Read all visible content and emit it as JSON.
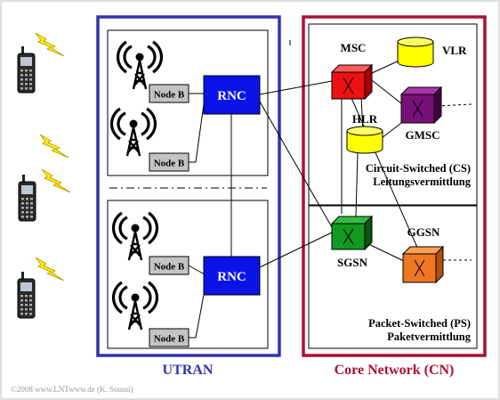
{
  "utran": {
    "label": "UTRAN",
    "node_b_label": "Node B",
    "rnc_label": "RNC"
  },
  "core": {
    "label": "Core Network (CN)",
    "msc": "MSC",
    "vlr": "VLR",
    "hlr": "HLR",
    "gmsc": "GMSC",
    "sgsn": "SGSN",
    "ggsn": "GGSN",
    "cs_line1": "Circuit-Switched (CS)",
    "cs_line2": "Leitungsvermittlung",
    "ps_line1": "Packet-Switched (PS)",
    "ps_line2": "Paketvermittlung"
  },
  "copyright": "©2008 www.LNTwww.de (K. Soussi)",
  "colors": {
    "utran_border": "#3333aa",
    "core_border": "#aa1133",
    "rnc_fill": "#0a14e6",
    "msc_fill": "#ee1111",
    "sgsn_fill": "#119922",
    "gmsc_fill": "#771177",
    "ggsn_fill": "#ee7722",
    "db_fill": "#ffff00",
    "lightning": "#ffee00"
  }
}
